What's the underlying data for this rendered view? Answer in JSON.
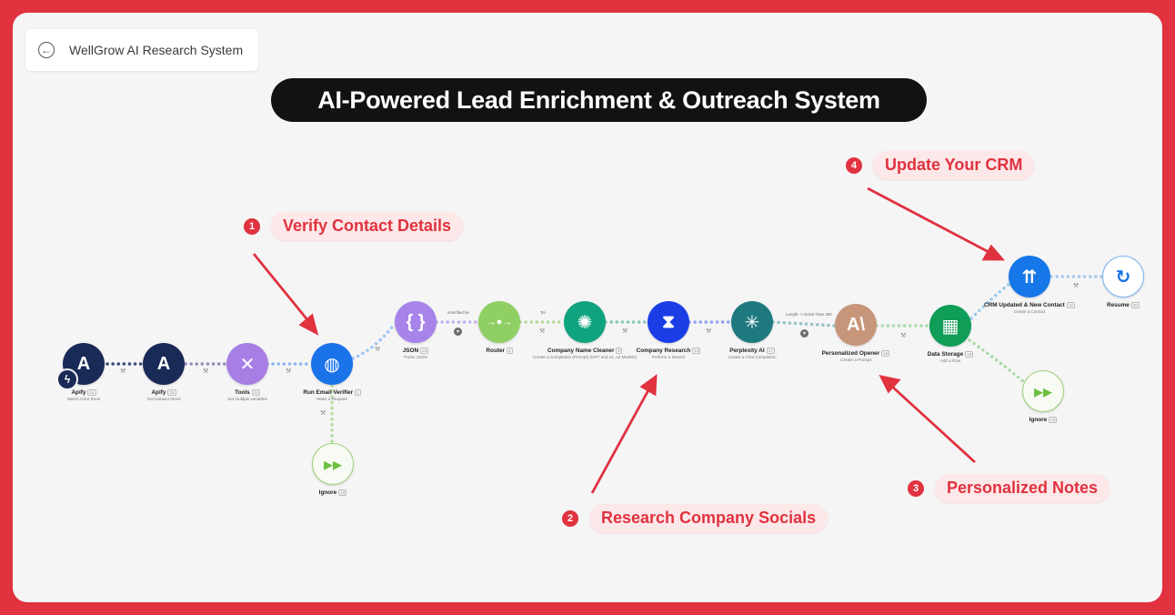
{
  "header": {
    "back_title": "WellGrow AI Research System"
  },
  "banner": {
    "title": "AI-Powered Lead Enrichment & Outreach System"
  },
  "nodes": [
    {
      "id": "apify-watch",
      "title": "Apify",
      "badge": "24",
      "sub": "Watch Actor Runs",
      "icon": "apify-icon",
      "color": "#1a2a57",
      "glyph": "A"
    },
    {
      "id": "apify-get",
      "title": "Apify",
      "badge": "25",
      "sub": "Get Dataset Items",
      "icon": "apify-icon",
      "color": "#1a2a57",
      "glyph": "A"
    },
    {
      "id": "tools",
      "title": "Tools",
      "badge": "23",
      "sub": "Set multiple variables",
      "icon": "tools-icon",
      "color": "#a77ee4",
      "glyph": "✕"
    },
    {
      "id": "email-verifier",
      "title": "Run Email Verifier",
      "badge": "1",
      "sub": "Make a Request",
      "icon": "globe-icon",
      "color": "#1a73e8",
      "glyph": "◍"
    },
    {
      "id": "ignore-1",
      "title": "Ignore",
      "badge": "24",
      "sub": "",
      "icon": "fast-forward-icon",
      "color": "#ffffff",
      "glyph": "▸▸"
    },
    {
      "id": "json",
      "title": "JSON",
      "badge": "26",
      "sub": "Parse JSON",
      "icon": "json-braces-icon",
      "color": "#a684ea",
      "glyph": "{ }"
    },
    {
      "id": "router",
      "title": "Router",
      "badge": "4",
      "sub": "",
      "icon": "router-icon",
      "color": "#8fcf63",
      "glyph": "→●→"
    },
    {
      "id": "name-cleaner",
      "title": "Company Name Cleaner",
      "badge": "8",
      "sub": "Create a Completion (Prompt) (GPT and o1, o3 Models)",
      "icon": "openai-icon",
      "color": "#10a37f",
      "glyph": "✺"
    },
    {
      "id": "company-research",
      "title": "Company Research",
      "badge": "13",
      "sub": "Perform a Search",
      "icon": "hourglass-icon",
      "color": "#1b3de6",
      "glyph": "⧗"
    },
    {
      "id": "perplexity",
      "title": "Perplexity AI",
      "badge": "17",
      "sub": "Create a Chat Completion",
      "icon": "perplexity-icon",
      "color": "#1f7a80",
      "glyph": "✳"
    },
    {
      "id": "opener",
      "title": "Personalized Opener",
      "badge": "15",
      "sub": "Create a Prompt",
      "icon": "anthropic-icon",
      "color": "#c7967a",
      "glyph": "A\\"
    },
    {
      "id": "data-storage",
      "title": "Data Storage",
      "badge": "19",
      "sub": "Add a Row",
      "icon": "sheets-icon",
      "color": "#0f9d58",
      "glyph": "▦"
    },
    {
      "id": "ignore-2",
      "title": "Ignore",
      "badge": "16",
      "sub": "",
      "icon": "fast-forward-icon",
      "color": "#ffffff",
      "glyph": "▸▸"
    },
    {
      "id": "crm",
      "title": "CRM Updated & New Contact",
      "badge": "12",
      "sub": "Create a Contact",
      "icon": "crm-icon",
      "color": "#1677e8",
      "glyph": "⇈"
    },
    {
      "id": "resume",
      "title": "Resume",
      "badge": "20",
      "sub": "",
      "icon": "resume-icon",
      "color": "#ffffff",
      "glyph": "↻"
    }
  ],
  "filters": [
    {
      "label": "isVerified be"
    },
    {
      "label": "Tel"
    },
    {
      "label": "Length -> Great Than 300"
    }
  ],
  "callouts": [
    {
      "num": "1",
      "text": "Verify Contact Details"
    },
    {
      "num": "2",
      "text": "Research Company Socials"
    },
    {
      "num": "3",
      "text": "Personalized Notes"
    },
    {
      "num": "4",
      "text": "Update Your CRM"
    }
  ],
  "colors": {
    "accent": "#e0323f",
    "pill_bg": "#fde8e9",
    "banner_bg": "#121212"
  }
}
